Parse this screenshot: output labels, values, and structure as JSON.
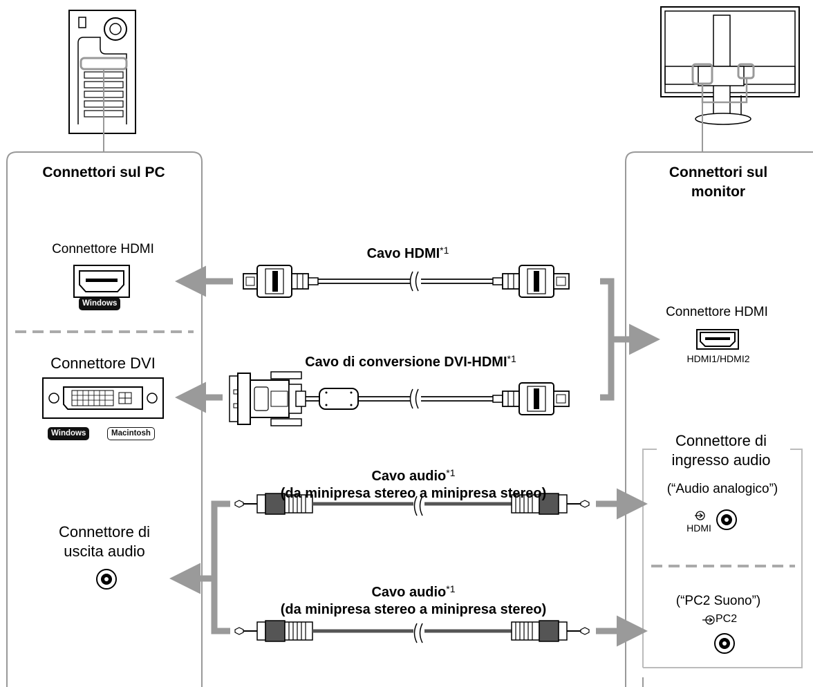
{
  "pc_panel": {
    "title": "Connettori sul PC",
    "hdmi_label": "Connettore HDMI",
    "dvi_label": "Connettore DVI",
    "audio_out_label_1": "Connettore di",
    "audio_out_label_2": "uscita audio",
    "badge_windows_1": "Windows",
    "badge_windows_2": "Windows",
    "badge_mac": "Macintosh"
  },
  "monitor_panel": {
    "title_1": "Connettori sul",
    "title_2": "monitor",
    "hdmi_label": "Connettore HDMI",
    "hdmi_ports": "HDMI1/HDMI2",
    "audio_in_label_1": "Connettore di",
    "audio_in_label_2": "ingresso audio",
    "audio_analog": "(“Audio analogico”)",
    "audio_hdmi_symbol": "HDMI",
    "pc2_sound": "(“PC2 Suono”)",
    "pc2_symbol": "PC2"
  },
  "cables": {
    "hdmi": {
      "name": "Cavo HDMI",
      "note": "*1"
    },
    "dvi_hdmi": {
      "name": "Cavo di conversione DVI-HDMI",
      "note": "*1"
    },
    "audio_1": {
      "name": "Cavo audio",
      "note": "*1",
      "desc": "(da minipresa stereo a minipresa stereo)"
    },
    "audio_2": {
      "name": "Cavo audio",
      "note": "*1",
      "desc": "(da minipresa stereo a minipresa stereo)"
    }
  },
  "colors": {
    "panel_border": "#999999",
    "arrow": "#9a9a9a",
    "line": "#000000"
  },
  "icons": [
    "pc-tower-icon",
    "monitor-back-icon",
    "hdmi-port-icon",
    "dvi-port-icon",
    "audio-jack-icon",
    "hdmi-plug-icon",
    "dvi-plug-icon",
    "mini-jack-plug-icon",
    "arrow-icon"
  ]
}
